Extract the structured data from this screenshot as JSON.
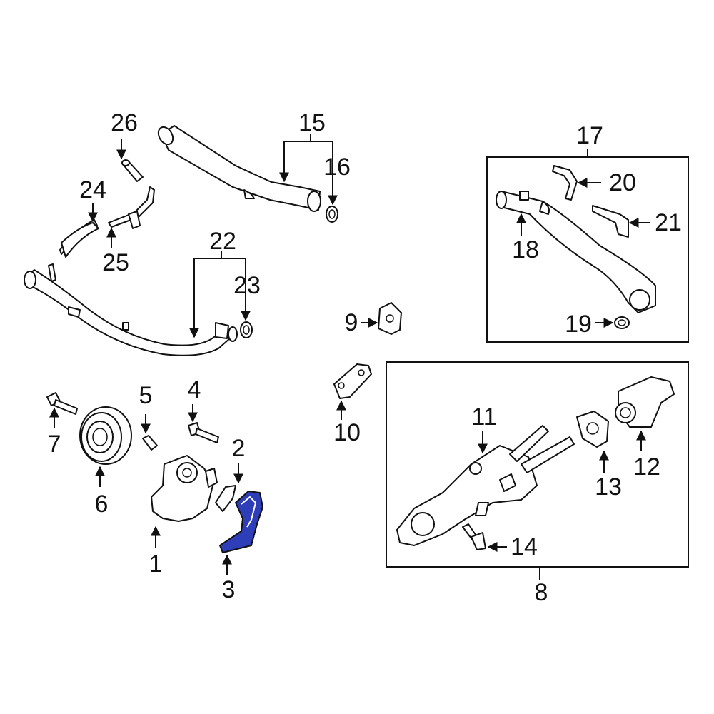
{
  "diagram": {
    "highlight_color": "#2E3DB8",
    "outline_color": "#111111",
    "background_color": "#ffffff",
    "callouts": [
      {
        "id": "1",
        "text": "1"
      },
      {
        "id": "2",
        "text": "2"
      },
      {
        "id": "3",
        "text": "3"
      },
      {
        "id": "4",
        "text": "4"
      },
      {
        "id": "5",
        "text": "5"
      },
      {
        "id": "6",
        "text": "6"
      },
      {
        "id": "7",
        "text": "7"
      },
      {
        "id": "8",
        "text": "8"
      },
      {
        "id": "9",
        "text": "9"
      },
      {
        "id": "10",
        "text": "10"
      },
      {
        "id": "11",
        "text": "11"
      },
      {
        "id": "12",
        "text": "12"
      },
      {
        "id": "13",
        "text": "13"
      },
      {
        "id": "14",
        "text": "14"
      },
      {
        "id": "15",
        "text": "15"
      },
      {
        "id": "16",
        "text": "16"
      },
      {
        "id": "17",
        "text": "17"
      },
      {
        "id": "18",
        "text": "18"
      },
      {
        "id": "19",
        "text": "19"
      },
      {
        "id": "20",
        "text": "20"
      },
      {
        "id": "21",
        "text": "21"
      },
      {
        "id": "22",
        "text": "22"
      },
      {
        "id": "23",
        "text": "23"
      },
      {
        "id": "24",
        "text": "24"
      },
      {
        "id": "25",
        "text": "25"
      },
      {
        "id": "26",
        "text": "26"
      }
    ],
    "highlighted_part": "3"
  }
}
